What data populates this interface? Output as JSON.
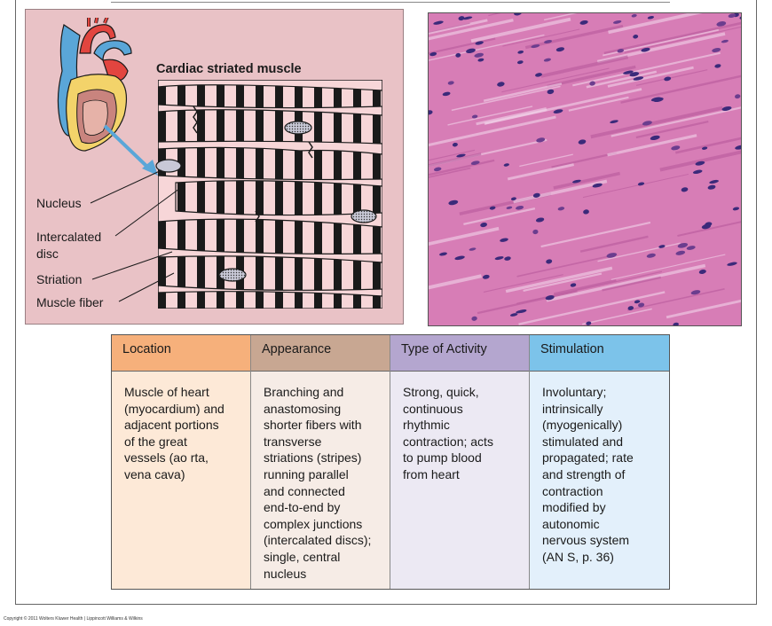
{
  "figure": {
    "title": "Cardiac striated muscle",
    "labels": {
      "nucleus": "Nucleus",
      "intercalated_1": "Intercalated",
      "intercalated_2": "disc",
      "striation": "Striation",
      "muscle_fiber": "Muscle fiber"
    }
  },
  "table": {
    "headers": [
      "Location",
      "Appearance",
      "Type of Activity",
      "Stimulation"
    ],
    "cells": [
      [
        "Muscle of heart",
        "(myocardium) and",
        "adjacent portions",
        "of the great",
        "vessels (ao rta,",
        "vena cava)"
      ],
      [
        "Branching and",
        "anastomosing",
        "shorter fibers with",
        "transverse",
        "striations (stripes)",
        "running parallel",
        "and connected",
        "end-to-end by",
        "complex junctions",
        "(intercalated discs);",
        "single, central",
        "nucleus"
      ],
      [
        "Strong, quick,",
        "continuous",
        "rhythmic",
        "contraction; acts",
        "to pump blood",
        "from heart"
      ],
      [
        "Involuntary;",
        "intrinsically",
        "(myogenically)",
        "stimulated and",
        "propagated; rate",
        "and strength of",
        "contraction",
        "modified by",
        "autonomic",
        "nervous system",
        "(AN S, p. 36)"
      ]
    ]
  },
  "copyright": "Copyright © 2011 Wolters Kluwer Health | Lippincott Williams & Wilkins"
}
